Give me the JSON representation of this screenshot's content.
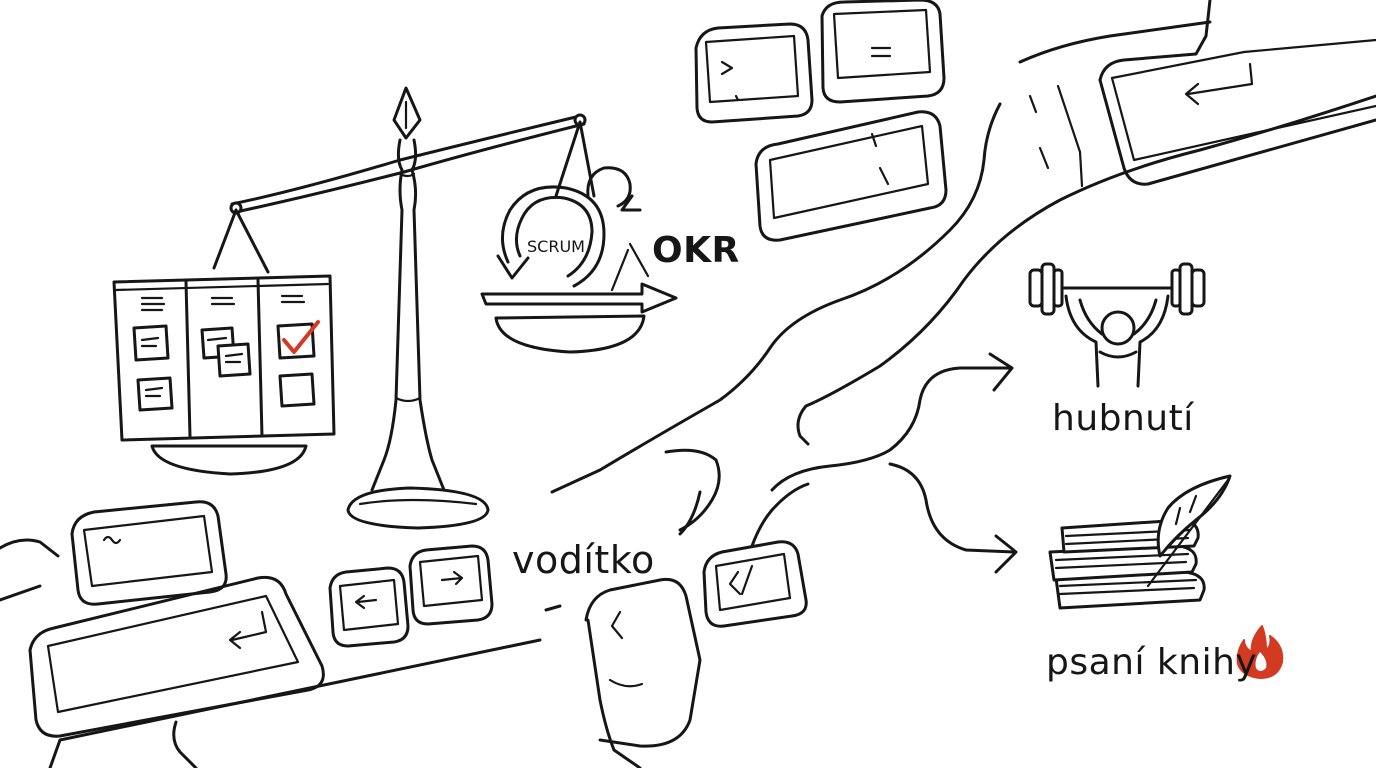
{
  "labels": {
    "scrum": "SCRUM",
    "okr": "OKR",
    "voditko": "vodítko",
    "hubnuti": "hubnutí",
    "psani_knihy": "psaní knihy"
  },
  "colors": {
    "ink": "#161616",
    "accent_red": "#d23a22",
    "background": "#ffffff"
  },
  "icons": [
    "balance-scale-icon",
    "kanban-board-icon",
    "scrum-cycle-icon",
    "weightlifter-icon",
    "books-quill-icon",
    "fire-icon",
    "keyboard-icon"
  ]
}
